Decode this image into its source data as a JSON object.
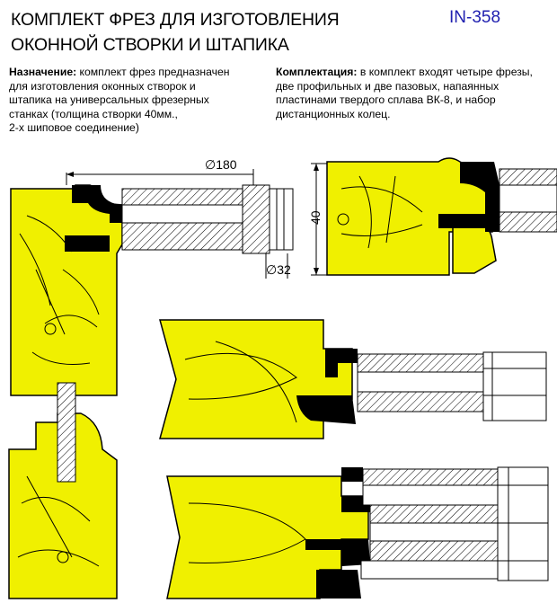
{
  "header": {
    "title_line1": "КОМПЛЕКТ ФРЕЗ ДЛЯ ИЗГОТОВЛЕНИЯ",
    "title_line2": "ОКОННОЙ СТВОРКИ И ШТАПИКА",
    "code": "IN-358"
  },
  "purpose": {
    "label": "Назначение:",
    "lines": [
      " комплект фрез предназначен",
      "для изготовления оконных створок и",
      "штапика на универсальных фрезерных",
      "станках (толщина створки 40мм.,",
      "2-х шиповое соединение)"
    ]
  },
  "kit": {
    "label": "Комплектация:",
    "lines": [
      " в комплект входят четыре фрезы,",
      "две профильных и две пазовых, напаянных",
      "пластинами твердого сплава ВК-8, и  набор",
      "дистанционных колец."
    ]
  },
  "dimensions": {
    "d180": "∅180",
    "d32": "∅32",
    "h40": "40"
  },
  "colors": {
    "wood": "#f0f000",
    "steel": "#000000",
    "code": "#2020b0"
  }
}
